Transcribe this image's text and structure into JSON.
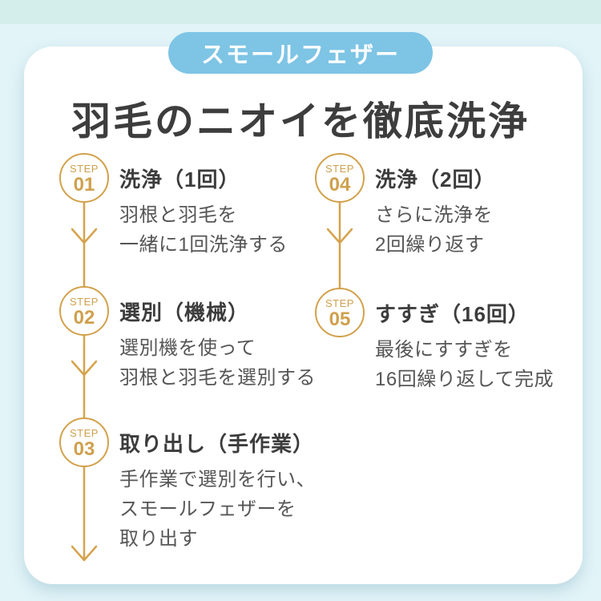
{
  "page": {
    "background_color": "#e2f4f8",
    "top_strip_color": "#d4eeec",
    "card_color": "#ffffff"
  },
  "badge": {
    "label": "スモールフェザー",
    "color": "#7ec4e5",
    "text_color": "#ffffff"
  },
  "title": "羽毛のニオイを徹底洗浄",
  "accent_color": "#d5a34c",
  "text_colors": {
    "title": "#3d3d3d",
    "step_title": "#3c3c3c",
    "description": "#565656"
  },
  "steps": [
    {
      "badge_label": "STEP",
      "number": "01",
      "title": "洗浄（1回）",
      "desc_lines": [
        "羽根と羽毛を",
        "一緒に1回洗浄する"
      ]
    },
    {
      "badge_label": "STEP",
      "number": "02",
      "title": "選別（機械）",
      "desc_lines": [
        "選別機を使って",
        "羽根と羽毛を選別する"
      ]
    },
    {
      "badge_label": "STEP",
      "number": "03",
      "title": "取り出し（手作業）",
      "desc_lines": [
        "手作業で選別を行い、",
        "スモールフェザーを",
        "取り出す"
      ]
    },
    {
      "badge_label": "STEP",
      "number": "04",
      "title": "洗浄（2回）",
      "desc_lines": [
        "さらに洗浄を",
        "2回繰り返す"
      ]
    },
    {
      "badge_label": "STEP",
      "number": "05",
      "title": "すすぎ（16回）",
      "desc_lines": [
        "最後にすすぎを",
        "16回繰り返して完成"
      ]
    }
  ]
}
